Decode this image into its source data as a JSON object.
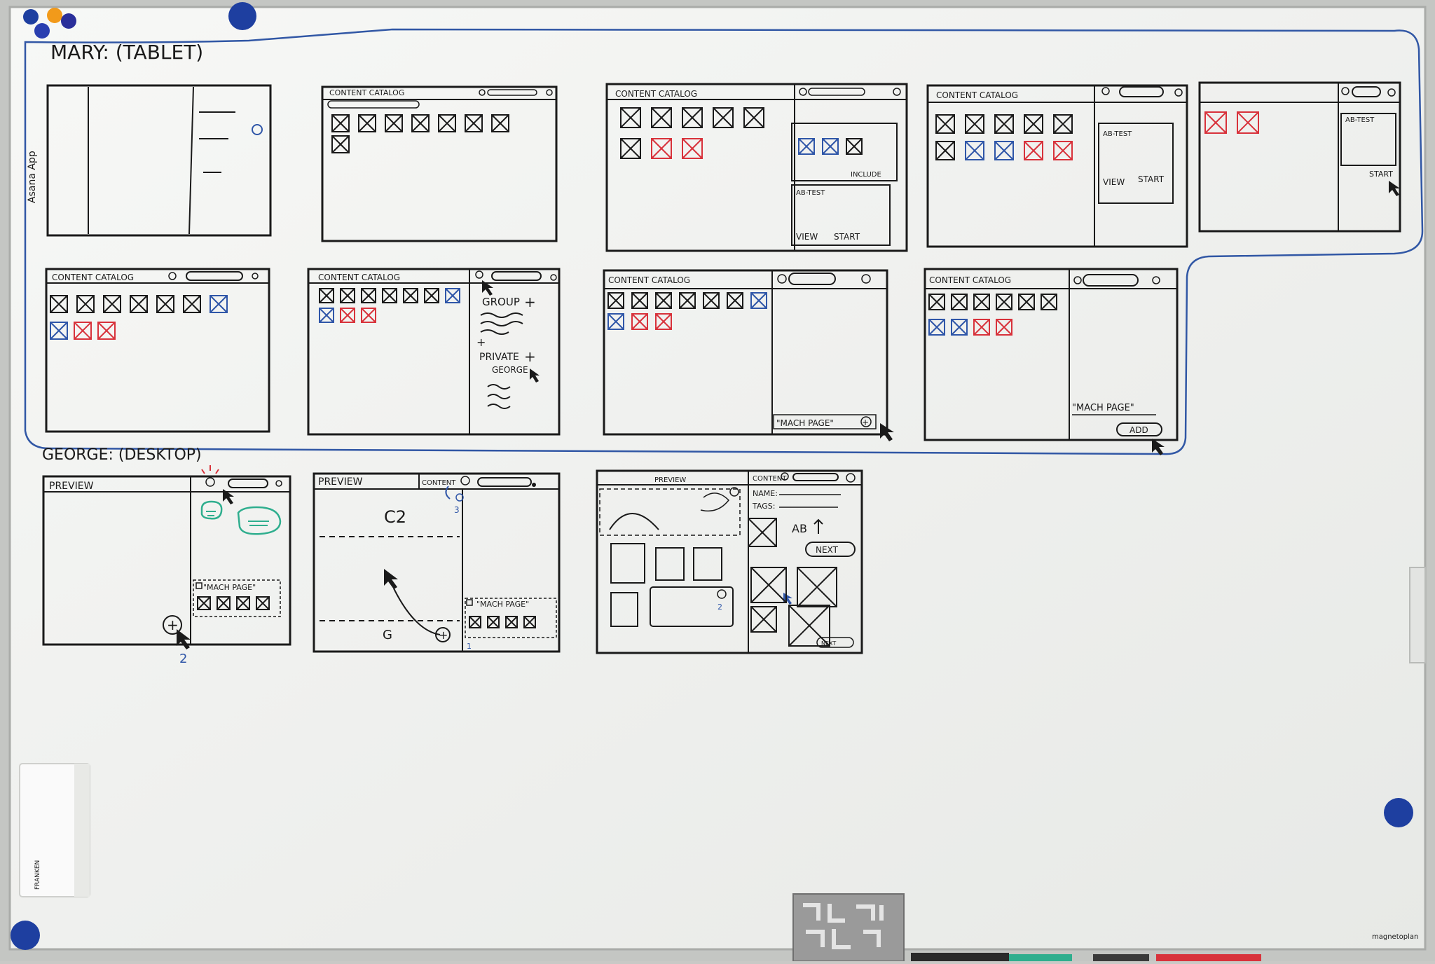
{
  "header": {
    "tablet": "MARY: (TABLET)",
    "desktop": "GEORGE: (DESKTOP)",
    "side": "Asana App"
  },
  "labels": {
    "catalog": "CONTENT CATALOG",
    "preview": "PREVIEW",
    "content": "CONTENT",
    "group": "GROUP",
    "private": "PRIVATE",
    "george": "GEORGE",
    "mach_page": "\"MACH PAGE\"",
    "add": "ADD",
    "ab_test": "AB-TEST",
    "view": "VIEW",
    "start": "START",
    "include": "INCLUDE",
    "name": "NAME:",
    "tags": "TAGS:",
    "next": "NEXT",
    "ab": "AB",
    "c2": "C2",
    "num2": "2",
    "num3": "3",
    "num1": "1",
    "g": "G"
  },
  "brands": {
    "franken": "FRANKEN",
    "magnetoplan": "magnetoplan"
  },
  "colors": {
    "board": "#f2f3f1",
    "frame": "#b9bbb8",
    "ink": "#1a1a1a",
    "blue_ink": "#2f56a8",
    "red_ink": "#d8323b",
    "green_ink": "#2fae8e",
    "magnet": "#1e3fa0",
    "magnet_orange": "#f29a1a"
  },
  "icons": [
    "magnet-icon",
    "cursor-icon",
    "search-icon",
    "plus-icon",
    "lock-icon"
  ]
}
